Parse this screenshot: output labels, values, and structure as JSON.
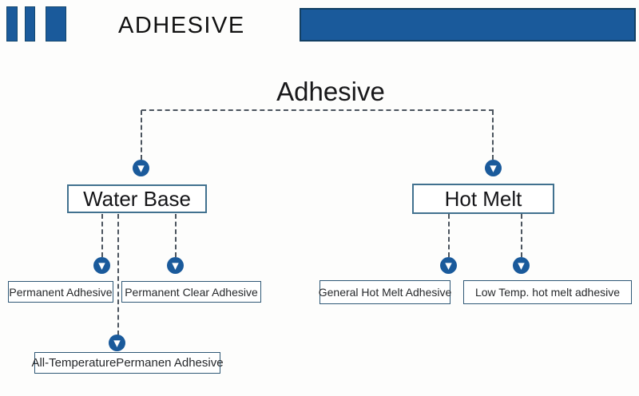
{
  "header": {
    "brand": "ADHESIVE"
  },
  "colors": {
    "accent_blue": "#1a5a9b",
    "band_border": "#123f63",
    "dash_gray": "#4b545e",
    "node_border": "#41718f",
    "leaf_border": "#2f5876"
  },
  "icons": {
    "down_arrow": "▼"
  },
  "diagram": {
    "root_label": "Adhesive",
    "water_base": {
      "label": "Water Base",
      "children": [
        "Permanent Adhesive",
        "Permanent Clear Adhesive",
        "All-TemperaturePermanen Adhesive"
      ]
    },
    "hot_melt": {
      "label": "Hot Melt",
      "children": [
        "General Hot Melt Adhesive",
        "Low Temp. hot melt adhesive"
      ]
    }
  }
}
